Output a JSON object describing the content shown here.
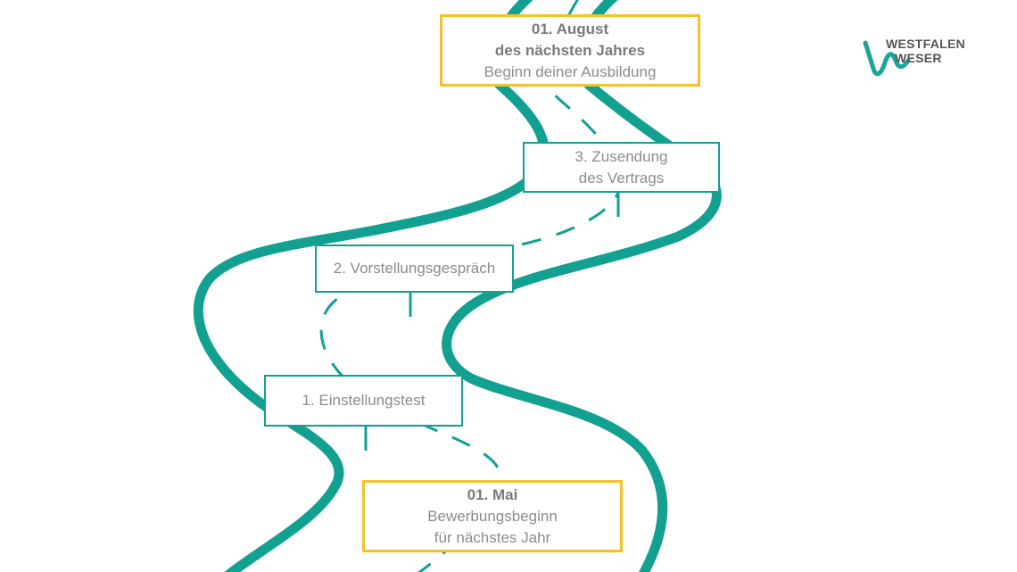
{
  "logo": {
    "line1": "WESTFALEN",
    "line2": "WESER"
  },
  "colors": {
    "road": "#12a091",
    "milestone_border": "#f2c12e",
    "text": "#8c8c8c"
  },
  "milestones": {
    "start": {
      "title": "01. Mai",
      "line2": "Bewerbungsbeginn",
      "line3": "für nächstes Jahr"
    },
    "end": {
      "title": "01. August",
      "line2": "des nächsten Jahres",
      "line3": "Beginn deiner Ausbildung"
    }
  },
  "steps": [
    {
      "label": "1. Einstellungstest"
    },
    {
      "label": "2. Vorstellungsgespräch"
    },
    {
      "line1": "3. Zusendung",
      "line2": "des Vertrags"
    }
  ]
}
